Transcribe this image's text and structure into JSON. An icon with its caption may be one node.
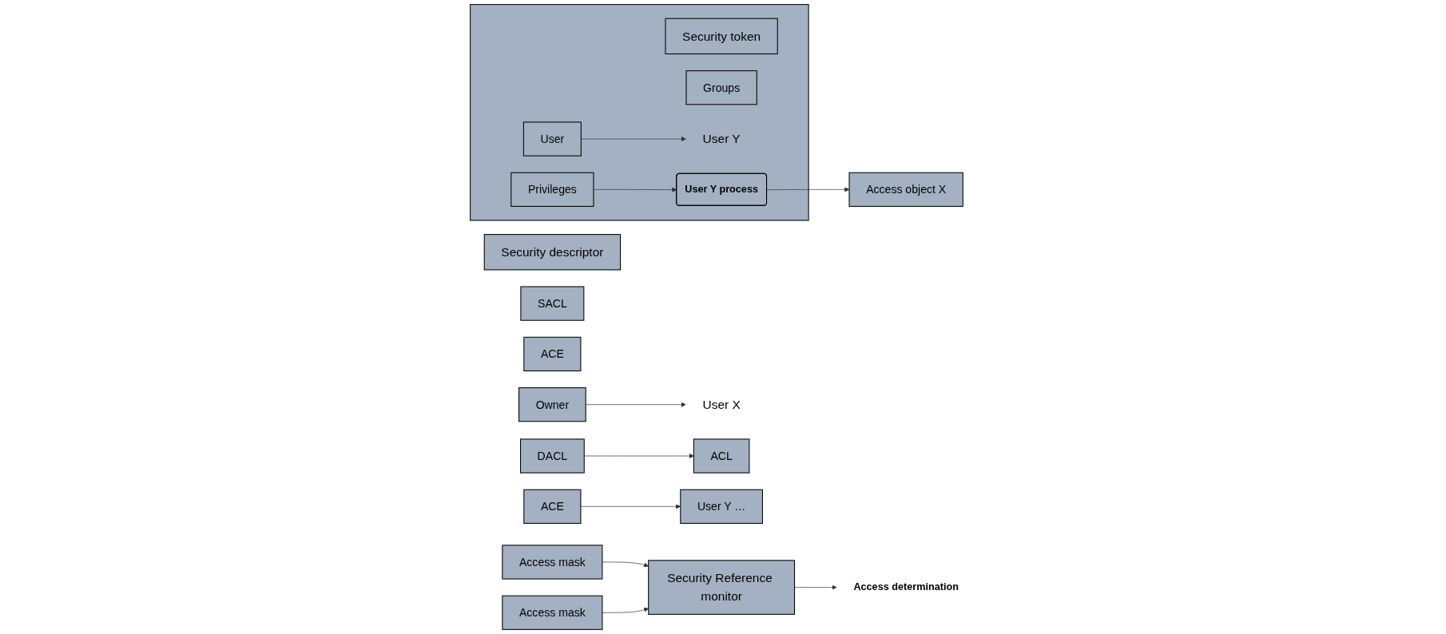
{
  "diagram": {
    "nodes": [
      {
        "text": [],
        "shape": "box"
      },
      {
        "text": [
          "Security token"
        ],
        "in": 0
      },
      {
        "text": [
          "User"
        ],
        "in": 0
      },
      {
        "text": [
          "Groups"
        ],
        "in": 0
      },
      {
        "text": [
          "Privileges"
        ],
        "in": 0
      },
      {
        "text": [
          "User Y"
        ],
        "in": 0
      },
      {
        "text": [
          "User Y process"
        ],
        "in": 0
      },
      {
        "text": [
          "Access object X"
        ]
      },
      {
        "text": [
          "Access mask"
        ]
      },
      {
        "text": [
          "Security Reference monitor"
        ]
      },
      {
        "text": [
          "Access determination"
        ]
      },
      {
        "text": [
          "Security descriptor"
        ]
      },
      {
        "text": [
          "Owner"
        ]
      },
      {
        "text": [
          "DACL"
        ]
      },
      {
        "text": [
          "SACL"
        ]
      },
      {
        "text": [
          "User X"
        ]
      },
      {
        "text": [
          "ACL"
        ]
      },
      {
        "text": [
          "ACE"
        ]
      },
      {
        "text": [
          "ACE"
        ]
      },
      {
        "text": [
          "Access mask"
        ]
      },
      {
        "text": [
          "User Y …"
        ]
      }
    ],
    "edges": [
      {
        "from": 2,
        "to": 5,
        "arrow": "to"
      },
      {
        "from": 4,
        "to": 6,
        "arrow": "to"
      },
      {
        "from": 6,
        "to": 7,
        "arrow": "to"
      },
      {
        "from": 8,
        "to": 9,
        "arrow": "to"
      },
      {
        "from": 19,
        "to": 9,
        "arrow": "to"
      },
      {
        "from": 9,
        "to": 10,
        "arrow": "to"
      },
      {
        "from": 12,
        "to": 15,
        "arrow": "to"
      },
      {
        "from": 13,
        "to": 16,
        "arrow": "to"
      },
      {
        "from": 18,
        "to": 20,
        "arrow": "to"
      }
    ]
  }
}
